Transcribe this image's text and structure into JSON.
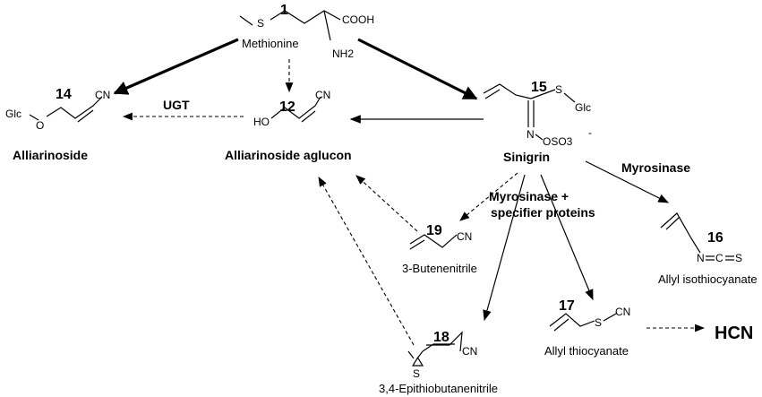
{
  "compounds": {
    "methionine": {
      "number": "1",
      "name": "Methionine",
      "atoms": [
        "S",
        "COOH",
        "NH2"
      ]
    },
    "alliarinoside": {
      "number": "14",
      "name": "Alliarinoside",
      "atoms": [
        "Glc",
        "O",
        "CN"
      ]
    },
    "aglucon": {
      "number": "12",
      "name": "Alliarinoside aglucon",
      "atoms": [
        "HO",
        "CN"
      ]
    },
    "sinigrin": {
      "number": "15",
      "name": "Sinigrin",
      "atoms": [
        "S",
        "Glc",
        "N",
        "OSO3",
        "-"
      ]
    },
    "butenenitrile": {
      "number": "19",
      "name": "3-Butenenitrile",
      "atoms": [
        "CN"
      ]
    },
    "isothiocyanate": {
      "number": "16",
      "name": "Allyl isothiocyanate",
      "atoms": [
        "N",
        "C",
        "S"
      ]
    },
    "thiocyanate": {
      "number": "17",
      "name": "Allyl thiocyanate",
      "atoms": [
        "S",
        "CN"
      ]
    },
    "epithio": {
      "number": "18",
      "name": "3,4-Epithiobutanenitrile",
      "atoms": [
        "S",
        "CN"
      ]
    },
    "hcn": {
      "name": "HCN"
    }
  },
  "enzymes": {
    "ugt": "UGT",
    "myrosinase": "Myrosinase",
    "specifier_line1": "Myrosinase +",
    "specifier_line2": "specifier proteins"
  }
}
